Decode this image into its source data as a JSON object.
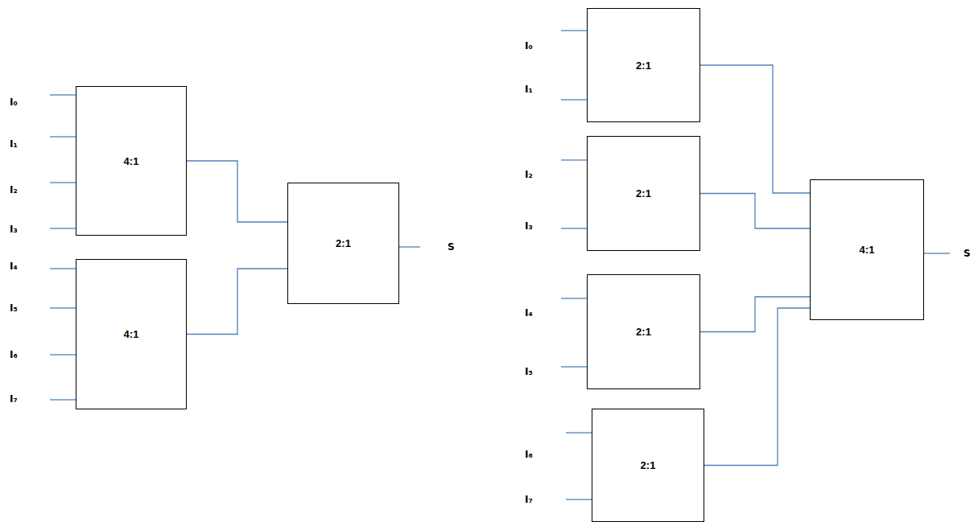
{
  "diagram": {
    "nodes": [
      {
        "text": [
          "4:1"
        ]
      },
      {
        "text": [
          "4:1"
        ]
      },
      {
        "text": [
          "2:1"
        ]
      },
      {
        "text": [
          "2:1"
        ]
      },
      {
        "text": [
          "2:1"
        ]
      },
      {
        "text": [
          "2:1"
        ]
      },
      {
        "text": [
          "2:1"
        ]
      },
      {
        "text": [
          "4:1"
        ]
      }
    ],
    "edges": [
      {
        "from": 0,
        "to": 2,
        "arrow": "none"
      },
      {
        "from": 1,
        "to": 2,
        "arrow": "none"
      },
      {
        "from": 3,
        "to": 7,
        "arrow": "none"
      },
      {
        "from": 4,
        "to": 7,
        "arrow": "none"
      },
      {
        "from": 5,
        "to": 7,
        "arrow": "none"
      },
      {
        "from": 6,
        "to": 7,
        "arrow": "none"
      }
    ],
    "labels": [
      "I₀",
      "I₁",
      "I₂",
      "I₃",
      "I₄",
      "I₅",
      "I₆",
      "I₇",
      "S",
      "I₀",
      "I₁",
      "I₂",
      "I₃",
      "I₄",
      "I₅",
      "I₆",
      "I₇",
      "S"
    ]
  }
}
